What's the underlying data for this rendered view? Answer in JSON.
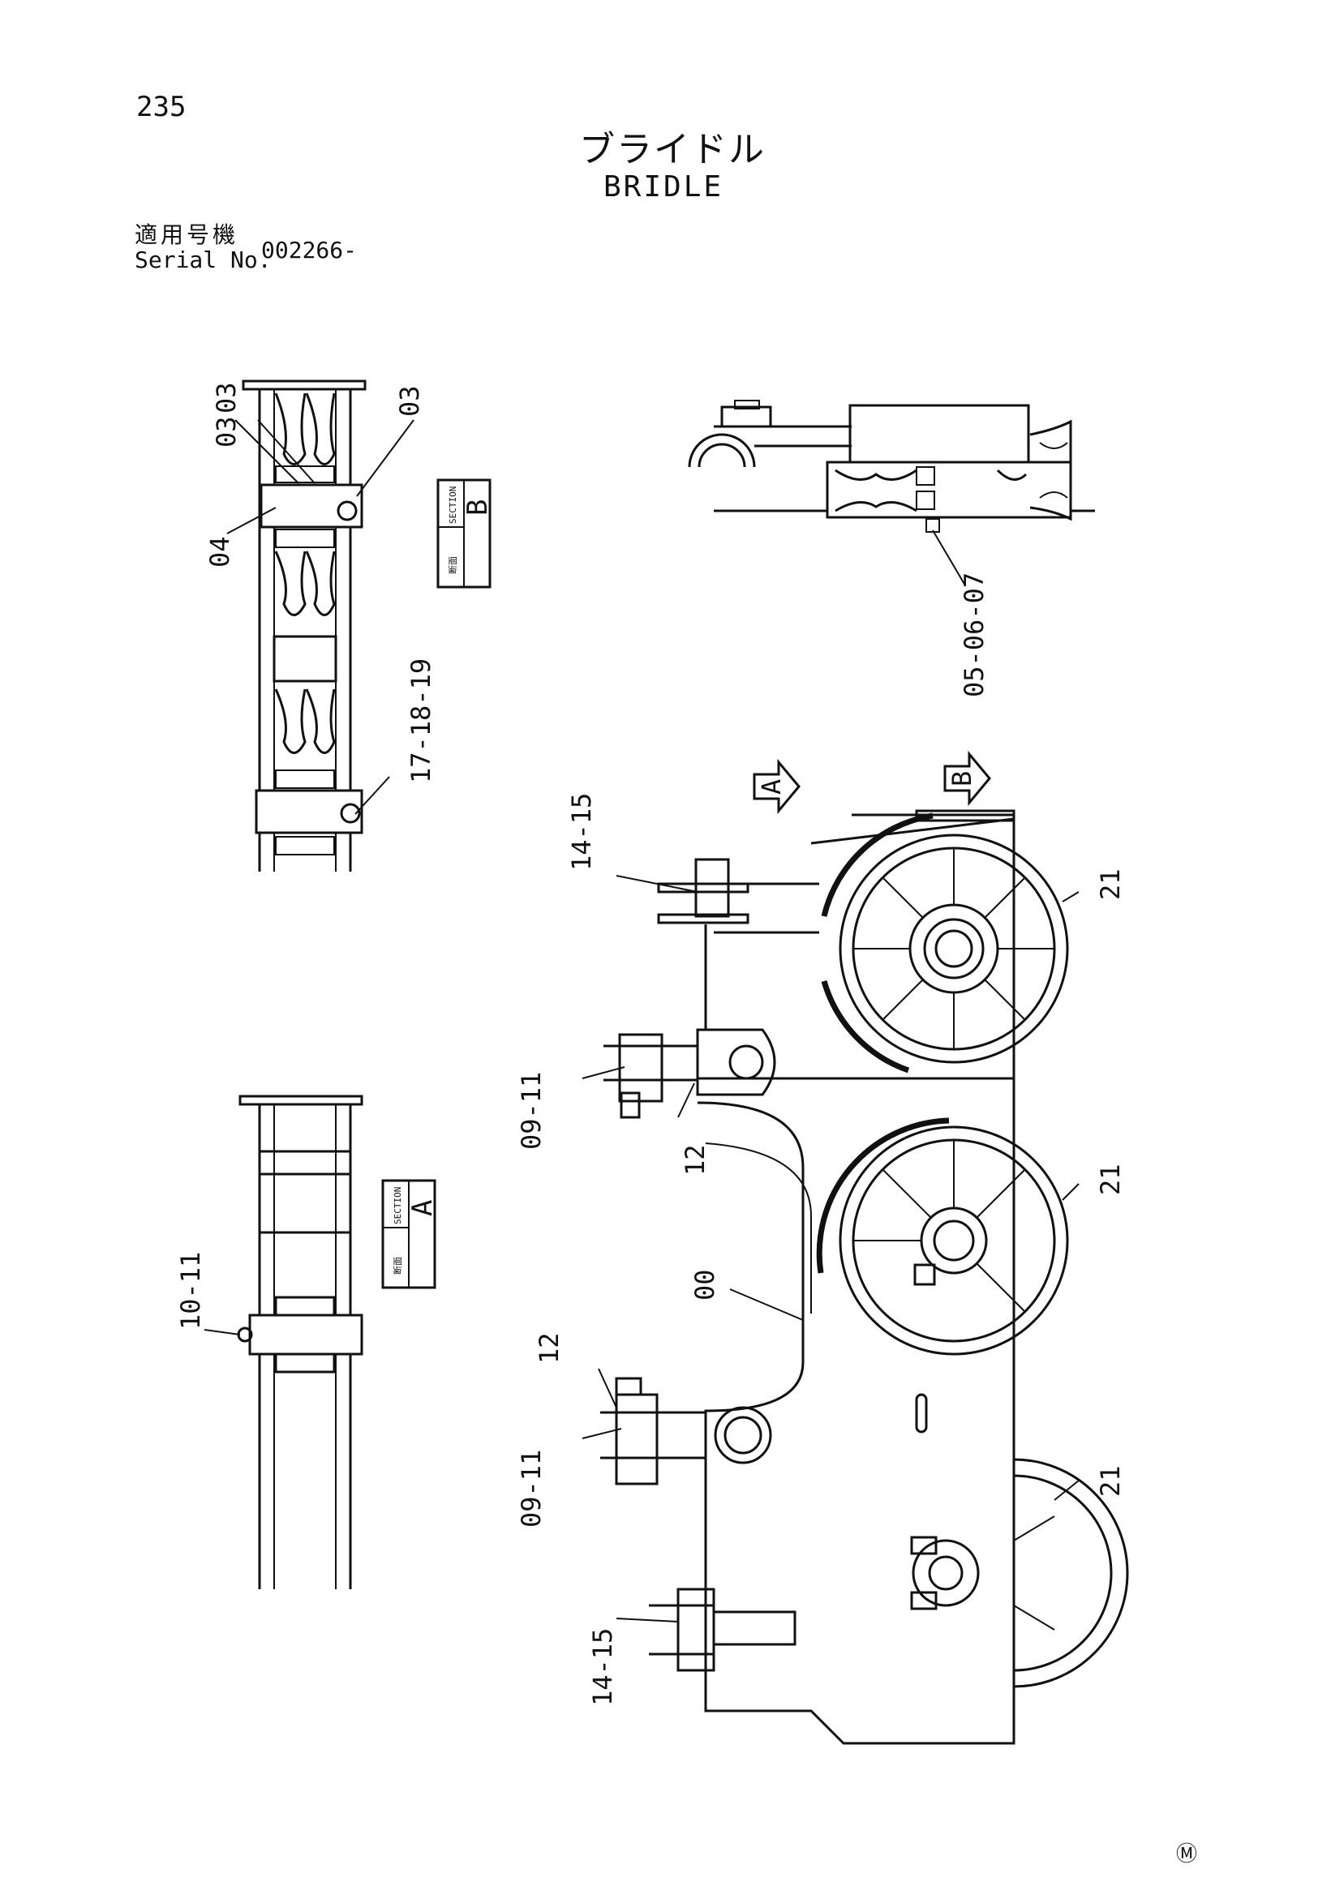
{
  "header": {
    "page_number": "235",
    "title_jp": "ブライドル",
    "title_en": "BRIDLE",
    "serial_label_jp": "適用号機",
    "serial_label_en": "Serial No.",
    "serial_value": "002266-"
  },
  "callouts": {
    "c03a": "03",
    "c03b": "03",
    "c03c": "03",
    "c04": "04",
    "c17_18_19": "17-18-19",
    "c05_06_07": "05-06-07",
    "c14_15_top": "14-15",
    "c21_top": "21",
    "c09_11_top": "09-11",
    "c12_top": "12",
    "c21_mid": "21",
    "c00": "00",
    "c10_11": "10-11",
    "c12_low": "12",
    "c09_11_low": "09-11",
    "c21_low": "21",
    "c14_15_low": "14-15"
  },
  "sections": {
    "section_b": {
      "jp": "断面",
      "en": "SECTION",
      "letter": "B"
    },
    "section_a": {
      "jp": "断面",
      "en": "SECTION",
      "letter": "A"
    }
  },
  "view_arrows": {
    "a": "A",
    "b": "B"
  },
  "footer": {
    "mark": "Ⓜ"
  }
}
